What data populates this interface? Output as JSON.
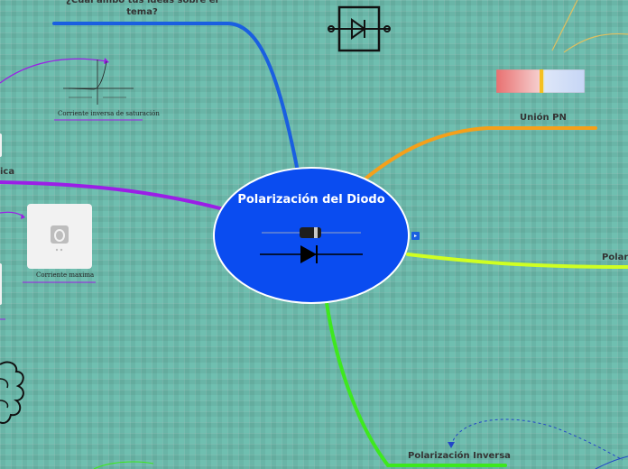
{
  "central_topic": {
    "title": "Polarización del Diodo",
    "node_color": "#0a4cf0"
  },
  "topics": {
    "top_left_question": "¿Cuál ambo tus ideas sobre el tema?",
    "union_pn": "Unión PN",
    "polarizacion_inversa": "Polarización Inversa",
    "right_partial": "Polari",
    "left_partial": "ica"
  },
  "captions": {
    "saturation_current": "Corriente inversa de saturación",
    "max_current": "Corriente maxima"
  },
  "branch_colors": {
    "blue": "#1a5fe0",
    "orange": "#f5a01a",
    "yellow_green": "#cfff22",
    "green": "#3ee81e",
    "purple": "#9b1ee6",
    "dark_blue": "#2246c8",
    "tan": "#e0c060"
  },
  "icons": {
    "diode_symbol": "diode-symbol-icon",
    "camera_placeholder": "camera-icon",
    "brain": "brain-icon",
    "expand": "expand-arrow-icon"
  },
  "expand_glyph": "▸"
}
